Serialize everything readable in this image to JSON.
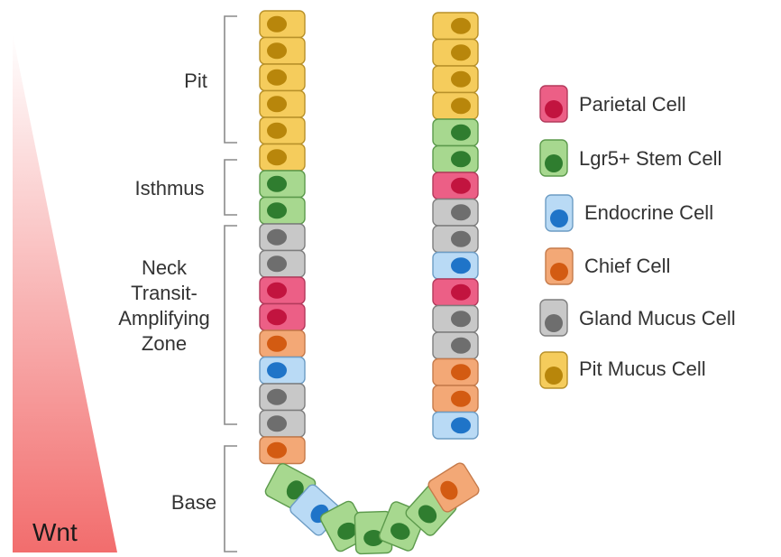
{
  "wnt": {
    "label": "Wnt",
    "color_top": "#ffffff",
    "color_bottom": "#f26d6d"
  },
  "zones": [
    {
      "lines": [
        "Pit"
      ]
    },
    {
      "lines": [
        "Isthmus"
      ]
    },
    {
      "lines": [
        "Neck",
        "Transit-",
        "Amplifying",
        "Zone"
      ]
    },
    {
      "lines": [
        "Base"
      ]
    }
  ],
  "cell_types": {
    "parietal": {
      "label": "Parietal Cell",
      "fill": "#ec5f86",
      "nucleus": "#c2143f",
      "stroke": "#b33a5c"
    },
    "stem": {
      "label": "Lgr5+ Stem Cell",
      "fill": "#a7d88f",
      "nucleus": "#2f7d2f",
      "stroke": "#5c9a4c"
    },
    "endocrine": {
      "label": "Endocrine Cell",
      "fill": "#b9daf5",
      "nucleus": "#1f74c8",
      "stroke": "#6c9cc4"
    },
    "chief": {
      "label": "Chief Cell",
      "fill": "#f3a876",
      "nucleus": "#d35b12",
      "stroke": "#c57a4a"
    },
    "gland_mucus": {
      "label": "Gland Mucus Cell",
      "fill": "#c8c8c8",
      "nucleus": "#6e6e6e",
      "stroke": "#7e7e7e"
    },
    "pit_mucus": {
      "label": "Pit Mucus Cell",
      "fill": "#f5cc5c",
      "nucleus": "#b8860b",
      "stroke": "#b8912a"
    }
  },
  "legend_order": [
    "parietal",
    "stem",
    "endocrine",
    "chief",
    "gland_mucus",
    "pit_mucus"
  ],
  "gland": {
    "left_column": [
      "pit_mucus",
      "pit_mucus",
      "pit_mucus",
      "pit_mucus",
      "pit_mucus",
      "pit_mucus",
      "stem",
      "stem",
      "gland_mucus",
      "gland_mucus",
      "parietal",
      "parietal",
      "chief",
      "endocrine",
      "gland_mucus",
      "gland_mucus",
      "chief"
    ],
    "base_arc": [
      "stem",
      "endocrine",
      "stem",
      "stem",
      "stem",
      "stem",
      "chief"
    ],
    "right_column": [
      "pit_mucus",
      "pit_mucus",
      "pit_mucus",
      "pit_mucus",
      "stem",
      "stem",
      "parietal",
      "gland_mucus",
      "gland_mucus",
      "endocrine",
      "parietal",
      "gland_mucus",
      "gland_mucus",
      "chief",
      "chief",
      "endocrine"
    ]
  }
}
